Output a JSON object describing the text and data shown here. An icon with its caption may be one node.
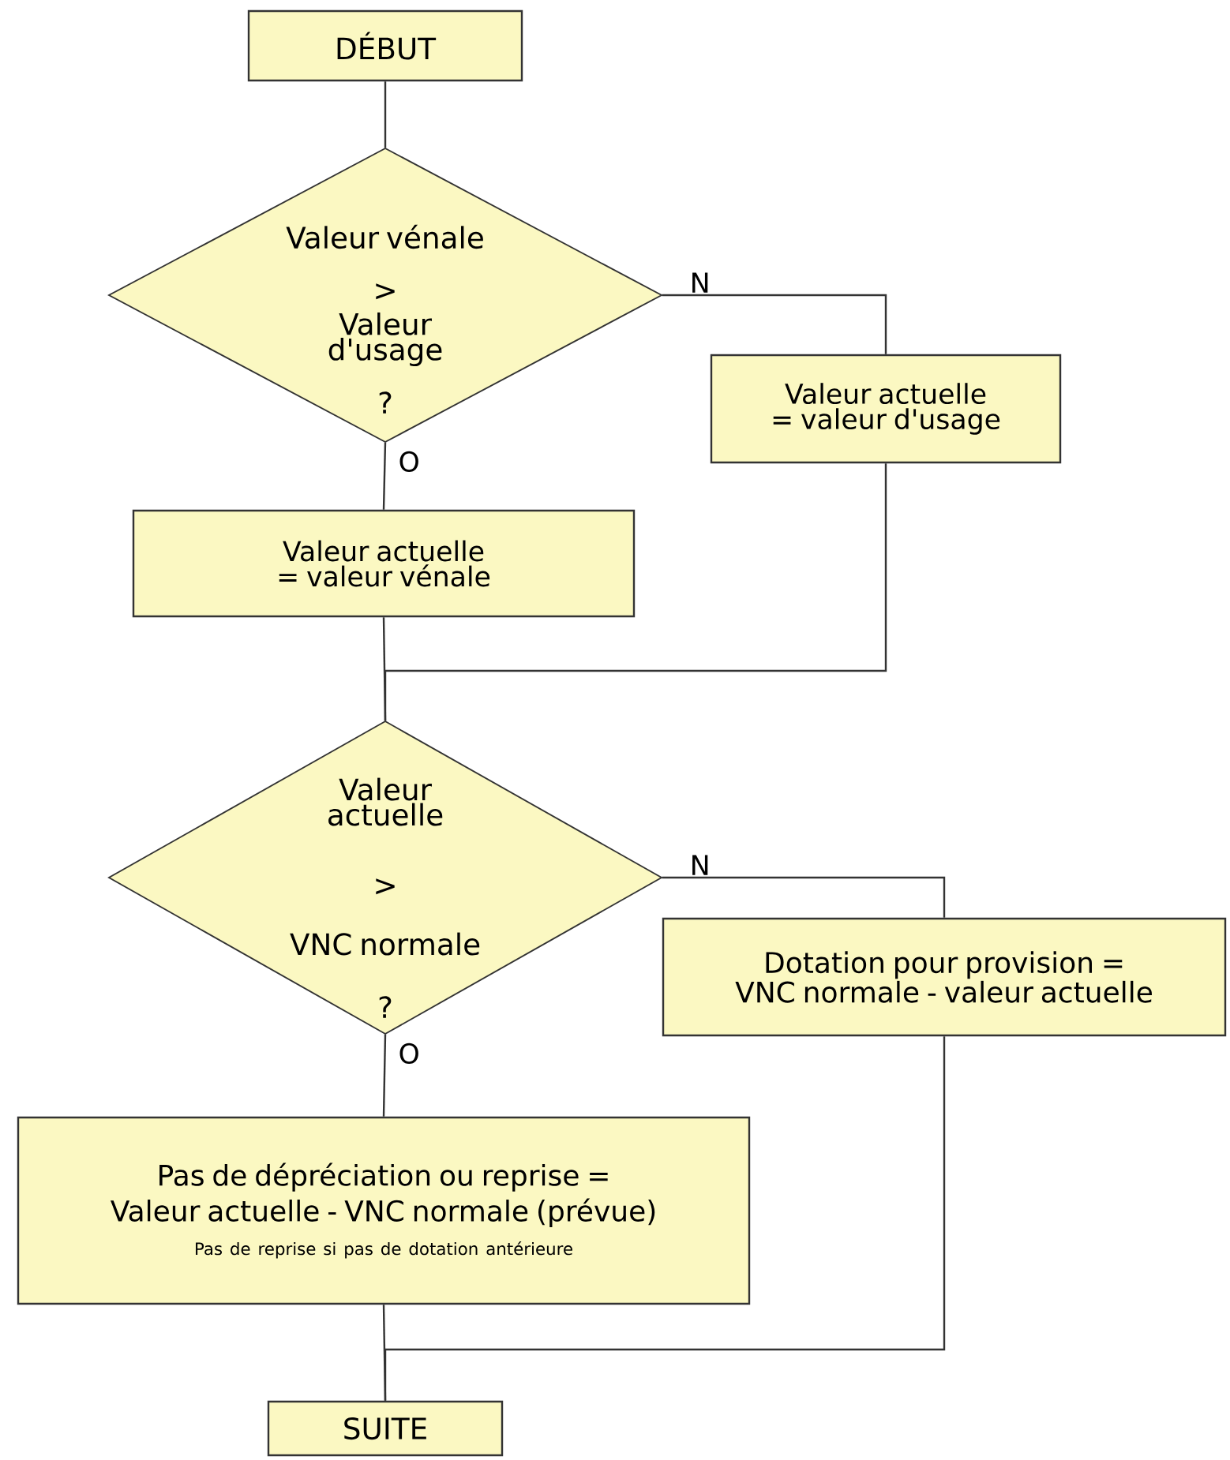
{
  "diagram": {
    "nodes": [
      {
        "text": [
          "DÉBUT"
        ]
      },
      {
        "text": [
          "Valeur vénale",
          ">",
          "Valeur d'usage",
          "?"
        ]
      },
      {
        "text": [
          "Valeur actuelle = valeur d'usage"
        ]
      },
      {
        "text": [
          "Valeur actuelle = valeur vénale"
        ]
      },
      {
        "text": [
          "Valeur actuelle",
          ">",
          "VNC normale",
          "?"
        ]
      },
      {
        "text": [
          "Dotation pour provision = VNC normale - valeur actuelle"
        ]
      },
      {
        "text": [
          "Pas de dépréciation ou reprise = Valeur actuelle - VNC normale (prévue)",
          "Pas de reprise si pas de dotation antérieure"
        ]
      },
      {
        "text": [
          "SUITE"
        ]
      }
    ],
    "edges": [
      {
        "from": 0,
        "to": 1,
        "arrow": "none"
      },
      {
        "from": 1,
        "to": 2,
        "arrow": "none",
        "label": "N"
      },
      {
        "from": 1,
        "to": 3,
        "arrow": "none",
        "label": "O"
      },
      {
        "from": 2,
        "to": 4,
        "arrow": "none"
      },
      {
        "from": 3,
        "to": 4,
        "arrow": "none"
      },
      {
        "from": 4,
        "to": 5,
        "arrow": "none",
        "label": "N"
      },
      {
        "from": 4,
        "to": 6,
        "arrow": "none",
        "label": "O"
      },
      {
        "from": 5,
        "to": 7,
        "arrow": "none"
      },
      {
        "from": 6,
        "to": 7,
        "arrow": "none"
      }
    ]
  }
}
